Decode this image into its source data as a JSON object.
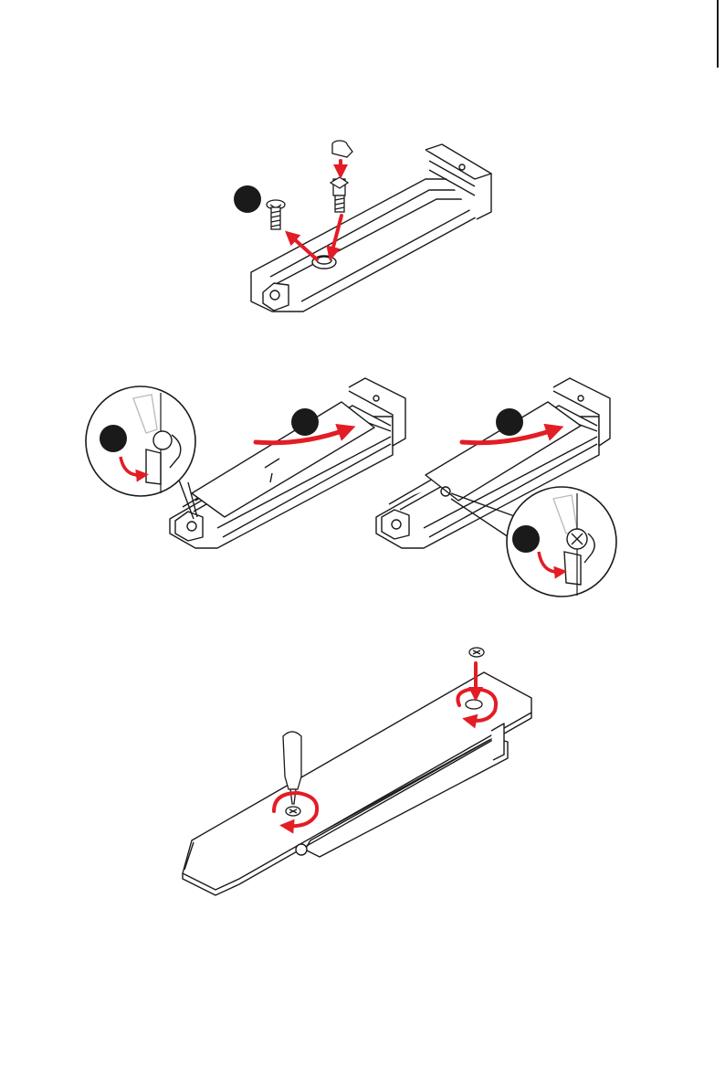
{
  "page": {
    "number": ""
  },
  "figures": [
    {
      "name": "remove-screw-and-install-standoff",
      "steps": [
        ""
      ]
    },
    {
      "name": "insert-ssd-and-turn-latch",
      "steps": [
        "",
        "",
        "",
        ""
      ]
    },
    {
      "name": "secure-screw-with-screwdriver",
      "steps": []
    }
  ],
  "colors": {
    "accent": "#e31c25",
    "line": "#1a1a1a",
    "step_badge": "#1a1a1a",
    "background": "#ffffff",
    "ghost": "#bdbdbd"
  }
}
